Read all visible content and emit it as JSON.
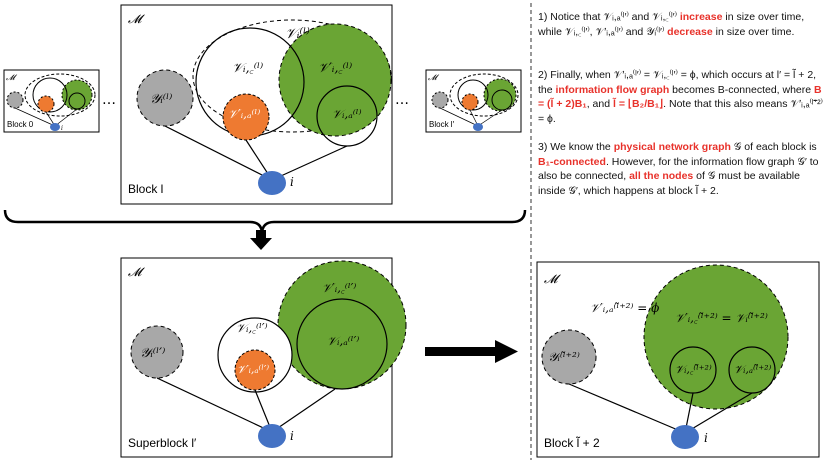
{
  "colors": {
    "green": "#6aa534",
    "orange": "#ee7a31",
    "grey": "#a8a8a8",
    "blue": "#4472c4",
    "red": "#e8322b"
  },
  "mini_left": {
    "M": "𝓜",
    "block": "Block 0",
    "i": "i"
  },
  "mini_right": {
    "M": "𝓜",
    "block": "Block l′"
  },
  "ellipsis": "…",
  "top": {
    "M": "𝓜",
    "V_i": "𝒱ᵢ⁽ˡ⁾",
    "V_ic": "𝒱ᵢ,꜀⁽ˡ⁾",
    "Vp_ic": "𝒱′ᵢ,꜀⁽ˡ⁾",
    "Y_i": "𝒴ᵢ⁽ˡ⁾",
    "Vp_id": "𝒱′ᵢ,ₐ⁽ˡ⁾",
    "V_id": "𝒱ᵢ,ₐ⁽ˡ⁾",
    "i": "i",
    "block": "Block l"
  },
  "bottom": {
    "M": "𝓜",
    "Vp_ic": "𝒱′ᵢ,꜀⁽ˡ′⁾",
    "V_ic": "𝒱ᵢ,꜀⁽ˡ′⁾",
    "Y_i": "𝒴ᵢ⁽ˡ′⁾",
    "Vp_id": "𝒱′ᵢ,ₐ⁽ˡ′⁾",
    "V_id": "𝒱ᵢ,ₐ⁽ˡ′⁾",
    "i": "i",
    "block": "Superblock l′"
  },
  "right": {
    "M": "𝓜",
    "phi_eq": "𝒱′ᵢ,ₐ⁽ˡ̃⁺²⁾ = ϕ",
    "Vp_ic_eq": "𝒱′ᵢ,꜀⁽ˡ̃⁺²⁾ = 𝒱ᵢ⁽ˡ̃⁺²⁾",
    "Y_i": "𝒴ᵢ⁽ˡ̃⁺²⁾",
    "V_ic": "𝒱ᵢ,꜀⁽ˡ̃⁺²⁾",
    "V_id": "𝒱ᵢ,ₐ⁽ˡ̃⁺²⁾",
    "i": "i",
    "block": "Block l̃ + 2"
  },
  "notes": {
    "n1_a": "1) Notice that 𝒱ᵢ,ₐ⁽ˡ′⁾ and 𝒱ᵢ,꜀⁽ˡ′⁾ ",
    "n1_b": "increase",
    "n1_c": " in size over time, while 𝒱ᵢ,꜀⁽ˡ′⁾, 𝒱′ᵢ,ₐ⁽ˡ′⁾ and 𝒴ᵢ⁽ˡ′⁾ ",
    "n1_d": "decrease",
    "n1_e": " in size over time.",
    "n2_a": "2) Finally, when 𝒱′ᵢ,ₐ⁽ˡ′⁾ = 𝒱ᵢ,꜀⁽ˡ′⁾ = ϕ, which occurs at l′ = l̃ + 2, the ",
    "n2_b": "information flow graph",
    "n2_c": " becomes B-connected, where ",
    "n2_d": "B = (l̃ + 2)B₁",
    "n2_e": ", and ",
    "n2_f": "l̃ = ⌊B₂/B₁⌋",
    "n2_g": ". Note that this also means 𝒱′ᵢ,ₐ⁽ˡ̃⁺²⁾ = ϕ.",
    "n3_a": "3) We know the ",
    "n3_b": "physical network graph",
    "n3_c": " 𝒢 of each block is ",
    "n3_d": "B₁-connected",
    "n3_e": ". However, for the information flow graph 𝒢′ to also be connected, ",
    "n3_f": "all the nodes",
    "n3_g": " of 𝒢 must be available inside 𝒢′, which happens at block l̃ + 2."
  }
}
